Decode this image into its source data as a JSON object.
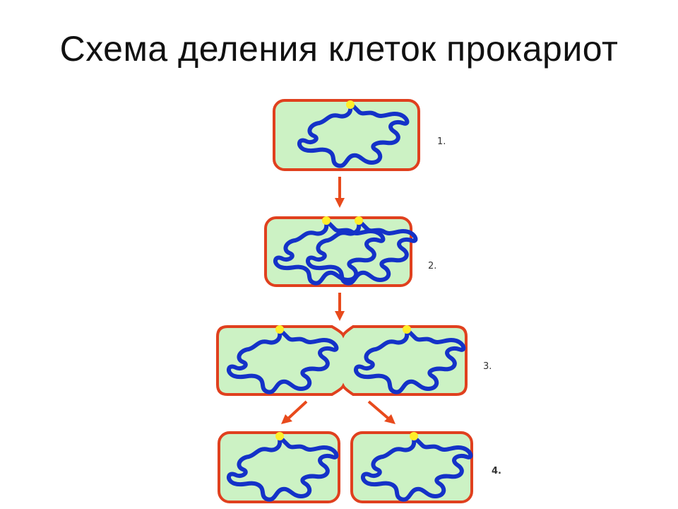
{
  "title": "Схема деления клеток прокариот",
  "steps": [
    "1.",
    "2.",
    "3.",
    "4."
  ],
  "colors": {
    "cell_wall": "#e0401e",
    "cytoplasm": "#ccf2c4",
    "dna": "#1432c8",
    "attachment_point": "#ffee2a",
    "arrow": "#e84a1c"
  }
}
